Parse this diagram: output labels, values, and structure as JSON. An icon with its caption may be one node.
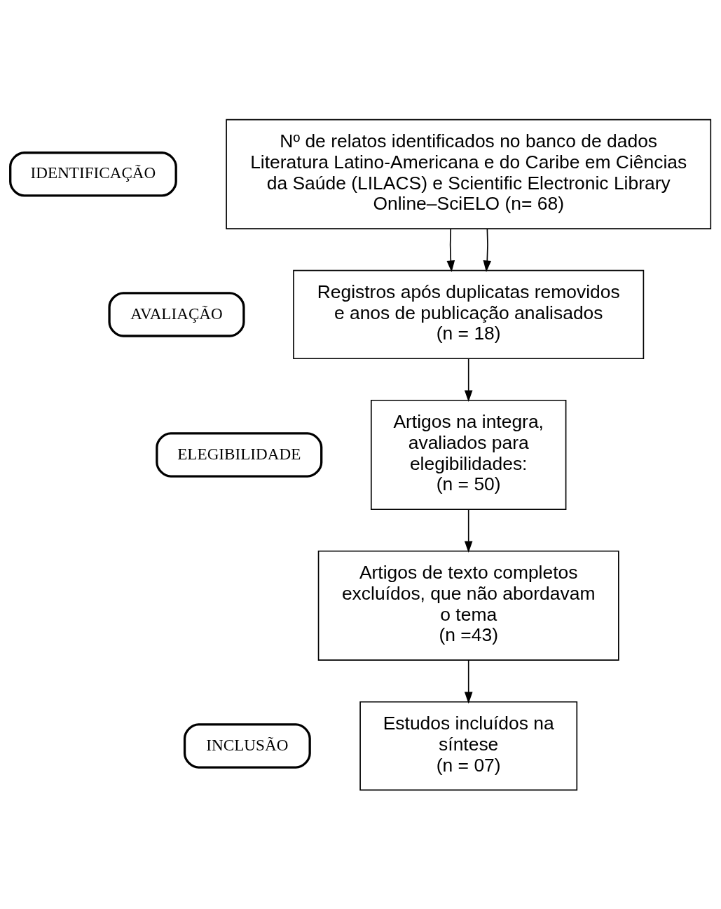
{
  "diagram": {
    "nodes": [
      {
        "text": [
          "IDENTIFICAÇÃO"
        ]
      },
      {
        "text": [
          "AVALIAÇÃO"
        ]
      },
      {
        "text": [
          "ELEGIBILIDADE"
        ]
      },
      {
        "text": [
          "INCLUSÃO"
        ]
      },
      {
        "text": [
          "Nº de relatos identificados no banco de dados Literatura Latino-Americana e do Caribe em Ciências da Saúde (LILACS) e Scientific Electronic Library Online–SciELO (n= 68)"
        ]
      },
      {
        "text": [
          "Registros após duplicatas removidos e anos de publicação analisados",
          "(n = 18)"
        ]
      },
      {
        "text": [
          "Artigos na integra, avaliados para elegibilidades:",
          "(n = 50)"
        ]
      },
      {
        "text": [
          "Artigos de texto completos excluídos, que não abordavam o tema",
          "(n =43)"
        ]
      },
      {
        "text": [
          "Estudos incluídos na síntese",
          "(n = 07)"
        ]
      }
    ],
    "edges": [
      {
        "from": 4,
        "to": 5,
        "arrow": "to"
      },
      {
        "from": 4,
        "to": 5,
        "arrow": "to"
      },
      {
        "from": 5,
        "to": 6,
        "arrow": "to"
      },
      {
        "from": 6,
        "to": 7,
        "arrow": "to"
      },
      {
        "from": 7,
        "to": 8,
        "arrow": "to"
      }
    ]
  }
}
